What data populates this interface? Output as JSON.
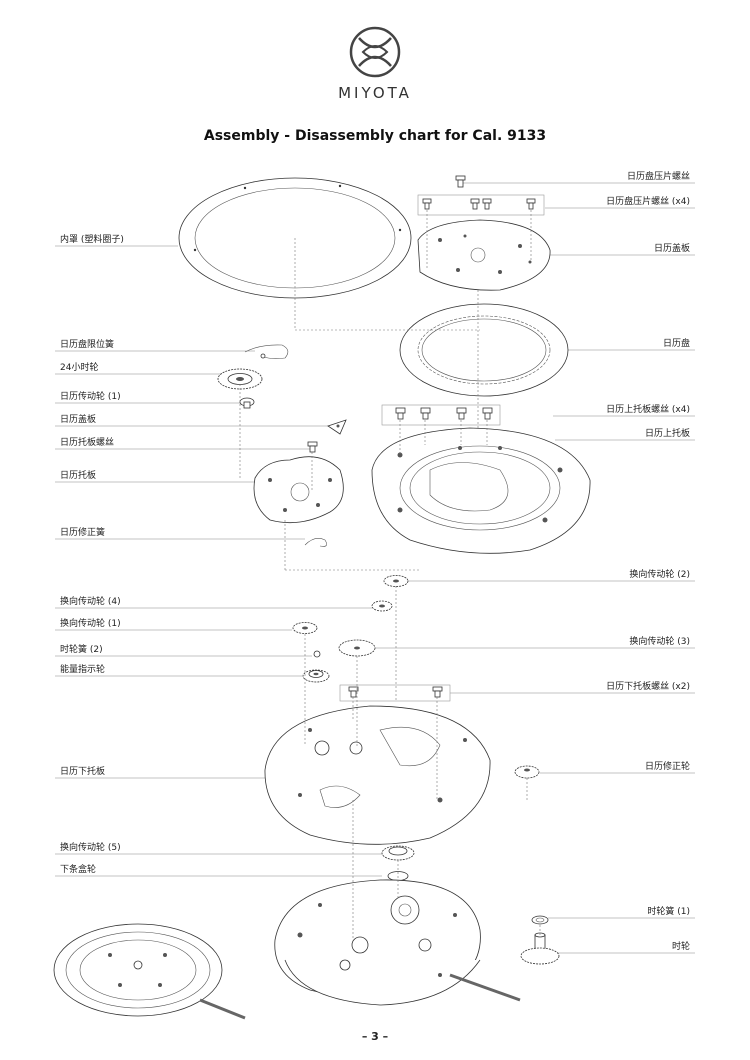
{
  "brand": {
    "name": "MIYOTA"
  },
  "title": "Assembly - Disassembly chart for Cal. 9133",
  "page_number": "– 3 –",
  "labels_right": [
    "日历盘压片螺丝",
    "日历盘压片螺丝 (x4)",
    "日历盖板",
    "日历盘",
    "日历上托板螺丝 (x4)",
    "日历上托板",
    "换向传动轮 (2)",
    "换向传动轮 (3)",
    "日历下托板螺丝 (x2)",
    "日历修正轮",
    "时轮簧 (1)",
    "时轮"
  ],
  "labels_left": [
    "内罩 (塑料圈子)",
    "日历盘限位簧",
    "24小时轮",
    "日历传动轮 (1)",
    "日历盖板",
    "日历托板螺丝",
    "日历托板",
    "日历修正簧",
    "换向传动轮 (4)",
    "换向传动轮 (1)",
    "时轮簧 (2)",
    "能量指示轮",
    "日历下托板",
    "换向传动轮 (5)",
    "下条盒轮"
  ]
}
